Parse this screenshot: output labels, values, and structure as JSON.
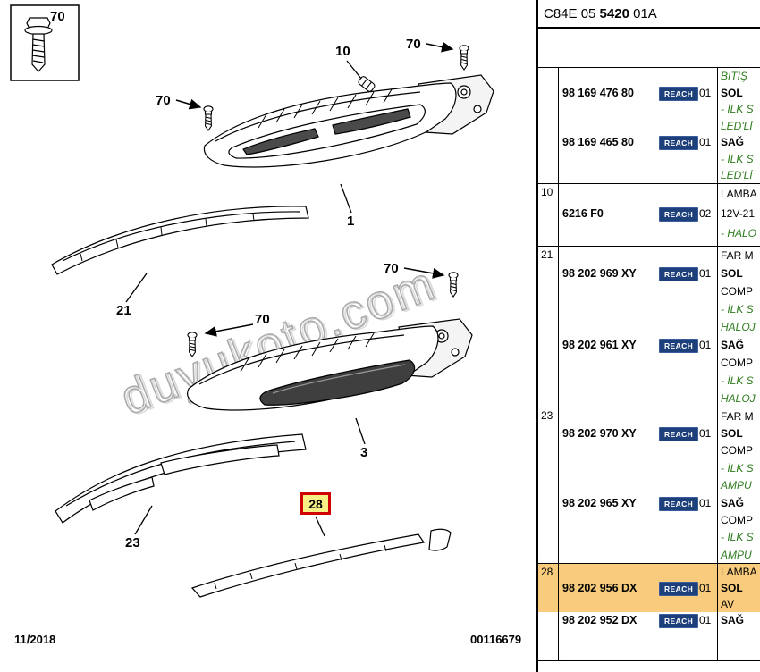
{
  "header": {
    "code_part1": "C84E 05",
    "code_part2": "5420",
    "code_part3": "01A"
  },
  "diagram": {
    "watermark": "duyukoto.com",
    "date_code": "11/2018",
    "doc_number": "00116679",
    "callouts": {
      "bolt_box": "70",
      "screw_top_left": "70",
      "screw_top_right": "70",
      "screw_mid_right": "70",
      "screw_mid_left": "70",
      "bulb": "10",
      "drl_lamp": "1",
      "trim_upper": "21",
      "fog_lamp": "3",
      "trim_lower": "23",
      "strip": "28"
    }
  },
  "table": {
    "reach": "REACH",
    "groups": [
      {
        "no": "",
        "lines": [
          {
            "text": "BİTİŞ",
            "style": "note"
          },
          {
            "number": "98 169 476 80",
            "qty": "01",
            "desc": "SOL"
          },
          {
            "text": "- İLK S",
            "style": "note"
          },
          {
            "text": "LED'Lİ",
            "style": "note"
          },
          {
            "number": "98 169 465 80",
            "qty": "01",
            "desc": "SAĞ"
          },
          {
            "text": "- İLK S",
            "style": "note"
          },
          {
            "text": "LED'Lİ",
            "style": "note"
          }
        ]
      },
      {
        "no": "10",
        "lines": [
          {
            "text": "LAMBA",
            "style": "plain"
          },
          {
            "number": "6216 F0",
            "qty": "02",
            "desc": "12V-21"
          },
          {
            "text": "- HALO",
            "style": "note"
          }
        ]
      },
      {
        "no": "21",
        "lines": [
          {
            "text": "FAR M",
            "style": "plain"
          },
          {
            "number": "98 202 969 XY",
            "qty": "01",
            "desc": "SOL"
          },
          {
            "text": "COMP",
            "style": "plain"
          },
          {
            "text": "- İLK S",
            "style": "note"
          },
          {
            "text": "HALOJ",
            "style": "note"
          },
          {
            "number": "98 202 961 XY",
            "qty": "01",
            "desc": "SAĞ"
          },
          {
            "text": "COMP",
            "style": "plain"
          },
          {
            "text": "- İLK S",
            "style": "note"
          },
          {
            "text": "HALOJ",
            "style": "note"
          }
        ]
      },
      {
        "no": "23",
        "lines": [
          {
            "text": "FAR M",
            "style": "plain"
          },
          {
            "number": "98 202 970 XY",
            "qty": "01",
            "desc": "SOL"
          },
          {
            "text": "COMP",
            "style": "plain"
          },
          {
            "text": "- İLK S",
            "style": "note"
          },
          {
            "text": "AMPU",
            "style": "note"
          },
          {
            "number": "98 202 965 XY",
            "qty": "01",
            "desc": "SAĞ"
          },
          {
            "text": "COMP",
            "style": "plain"
          },
          {
            "text": "- İLK S",
            "style": "note"
          },
          {
            "text": "AMPU",
            "style": "note"
          }
        ]
      },
      {
        "no": "28",
        "lines": [
          {
            "text": "LAMBA",
            "style": "plain"
          },
          {
            "number": "98 202 956 DX",
            "qty": "01",
            "desc": "SOL"
          },
          {
            "text": "AV",
            "style": "plain"
          },
          {
            "number": "98 202 952 DX",
            "qty": "01",
            "desc": "SAĞ"
          }
        ]
      }
    ]
  }
}
